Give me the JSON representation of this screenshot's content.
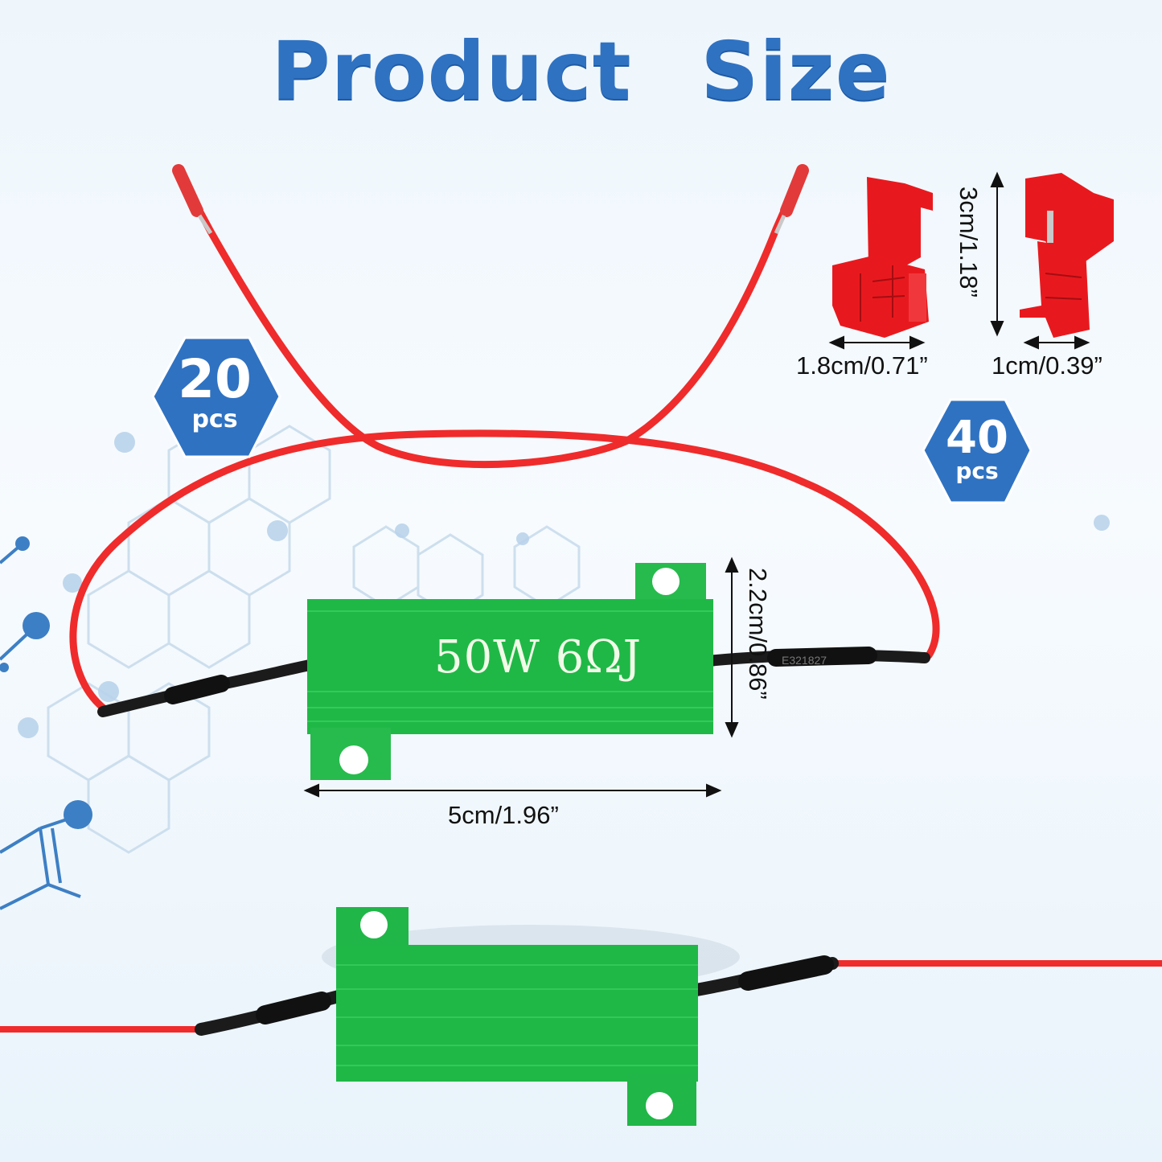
{
  "title": "Product  Size",
  "resistor": {
    "marking": "50W 6ΩJ",
    "width_label": "5cm/1.96”",
    "height_label": "2.2cm/0.86”",
    "cable_print": "E321827"
  },
  "connector": {
    "height_label": "3cm/1.18”",
    "width_label_left": "1.8cm/0.71”",
    "width_label_right": "1cm/0.39”"
  },
  "badges": [
    {
      "count": "20",
      "unit": "pcs"
    },
    {
      "count": "40",
      "unit": "pcs"
    }
  ],
  "colors": {
    "title": "#2f72c2",
    "badge": "#2f72c2",
    "resistor_green": "#1fb847",
    "wire_red": "#ef2b2b",
    "connector_red": "#e8191e"
  }
}
